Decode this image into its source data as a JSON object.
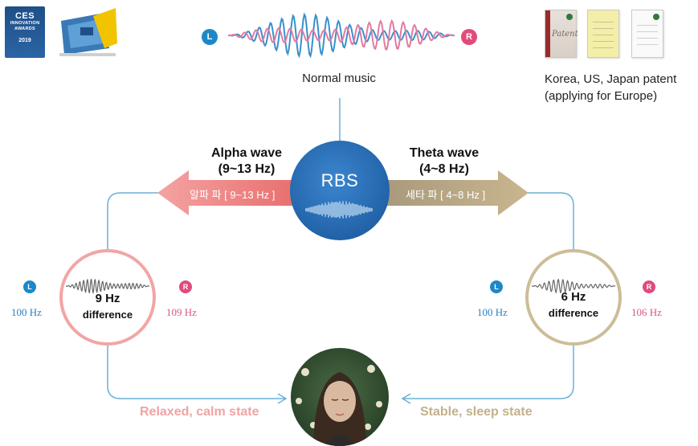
{
  "awards": {
    "ces_logo": "CES",
    "ces_line1": "INNOVATION",
    "ces_line2": "AWARDS",
    "ces_year": "2019"
  },
  "top": {
    "normal_music": "Normal music",
    "left_channel": "L",
    "right_channel": "R"
  },
  "patent": {
    "doc_text": "Patent",
    "line1": "Korea, US, Japan patent",
    "line2": "(applying for Europe)"
  },
  "center": {
    "rbs": "RBS"
  },
  "alpha": {
    "title_line1": "Alpha wave",
    "title_line2": "(9~13 Hz)",
    "arrow_label": "알파 파 [ 9~13 Hz ]",
    "left_channel": "L",
    "right_channel": "R",
    "left_hz": "100 Hz",
    "right_hz": "109 Hz",
    "diff_value": "9 Hz",
    "diff_label": "difference",
    "state": "Relaxed, calm state"
  },
  "theta": {
    "title_line1": "Theta wave",
    "title_line2": "(4~8 Hz)",
    "arrow_label": "세타 파 [ 4~8 Hz ]",
    "left_channel": "L",
    "right_channel": "R",
    "left_hz": "100 Hz",
    "right_hz": "106 Hz",
    "diff_value": "6 Hz",
    "diff_label": "difference",
    "state": "Stable, sleep state"
  },
  "colors": {
    "blue": "#1e88c7",
    "pink": "#e14b7a",
    "alpha_arrow": "#f29b9b",
    "theta_arrow": "#c7b48d",
    "rbs_circle": "#2a6db5",
    "connector": "#6ab0d6"
  }
}
